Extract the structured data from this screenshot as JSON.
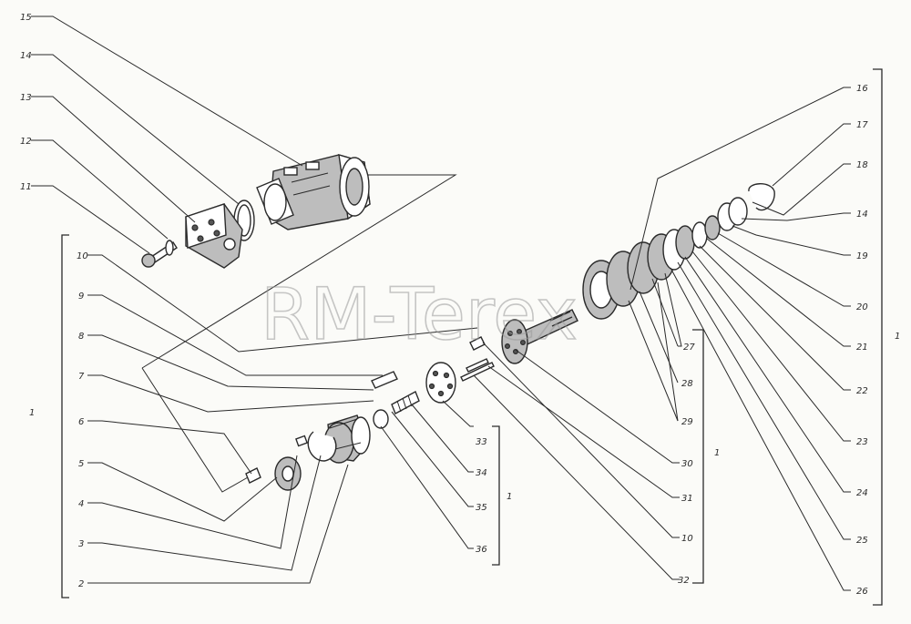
{
  "watermark": "RM-Terex",
  "callouts": {
    "n15": "15",
    "n14a": "14",
    "n13": "13",
    "n12": "12",
    "n11": "11",
    "n10a": "10",
    "n9": "9",
    "n8": "8",
    "n7": "7",
    "n6": "6",
    "n5": "5",
    "n4": "4",
    "n3": "3",
    "n2": "2",
    "n1a": "1",
    "n16": "16",
    "n17": "17",
    "n18": "18",
    "n14b": "14",
    "n19": "19",
    "n20": "20",
    "n21": "21",
    "n22": "22",
    "n23": "23",
    "n24": "24",
    "n25": "25",
    "n26": "26",
    "n1b": "1",
    "n27": "27",
    "n28": "28",
    "n29": "29",
    "n30": "30",
    "n31": "31",
    "n10b": "10",
    "n32": "32",
    "n1c": "1",
    "n33": "33",
    "n34": "34",
    "n35": "35",
    "n36": "36",
    "n1d": "1"
  }
}
